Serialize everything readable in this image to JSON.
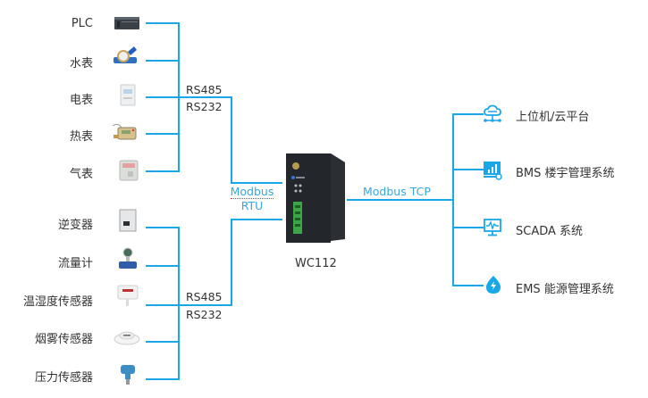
{
  "colors": {
    "line": "#1aa7e8",
    "accent_text": "#3aa6dc",
    "text": "#333333"
  },
  "left_group_top": {
    "devices": [
      {
        "label": "PLC",
        "icon": "plc-icon"
      },
      {
        "label": "水表",
        "icon": "water-meter-icon"
      },
      {
        "label": "电表",
        "icon": "electric-meter-icon"
      },
      {
        "label": "热表",
        "icon": "heat-meter-icon"
      },
      {
        "label": "气表",
        "icon": "gas-meter-icon"
      }
    ],
    "protocols": [
      "RS485",
      "RS232"
    ]
  },
  "left_group_bottom": {
    "devices": [
      {
        "label": "逆变器",
        "icon": "inverter-icon"
      },
      {
        "label": "流量计",
        "icon": "flowmeter-icon"
      },
      {
        "label": "温湿度传感器",
        "icon": "temp-humidity-sensor-icon"
      },
      {
        "label": "烟雾传感器",
        "icon": "smoke-sensor-icon"
      },
      {
        "label": "压力传感器",
        "icon": "pressure-sensor-icon"
      }
    ],
    "protocols": [
      "RS485",
      "RS232"
    ]
  },
  "center": {
    "input_protocol_line1": "Modbus",
    "input_protocol_line2": "RTU",
    "device_name": "WC112",
    "output_protocol": "Modbus TCP"
  },
  "systems": [
    {
      "label": "上位机/云平台",
      "icon": "cloud-network-icon"
    },
    {
      "label": "BMS 楼宇管理系统",
      "icon": "bms-chart-icon"
    },
    {
      "label": "SCADA 系统",
      "icon": "monitor-pulse-icon"
    },
    {
      "label": "EMS 能源管理系统",
      "icon": "energy-drop-icon"
    }
  ]
}
